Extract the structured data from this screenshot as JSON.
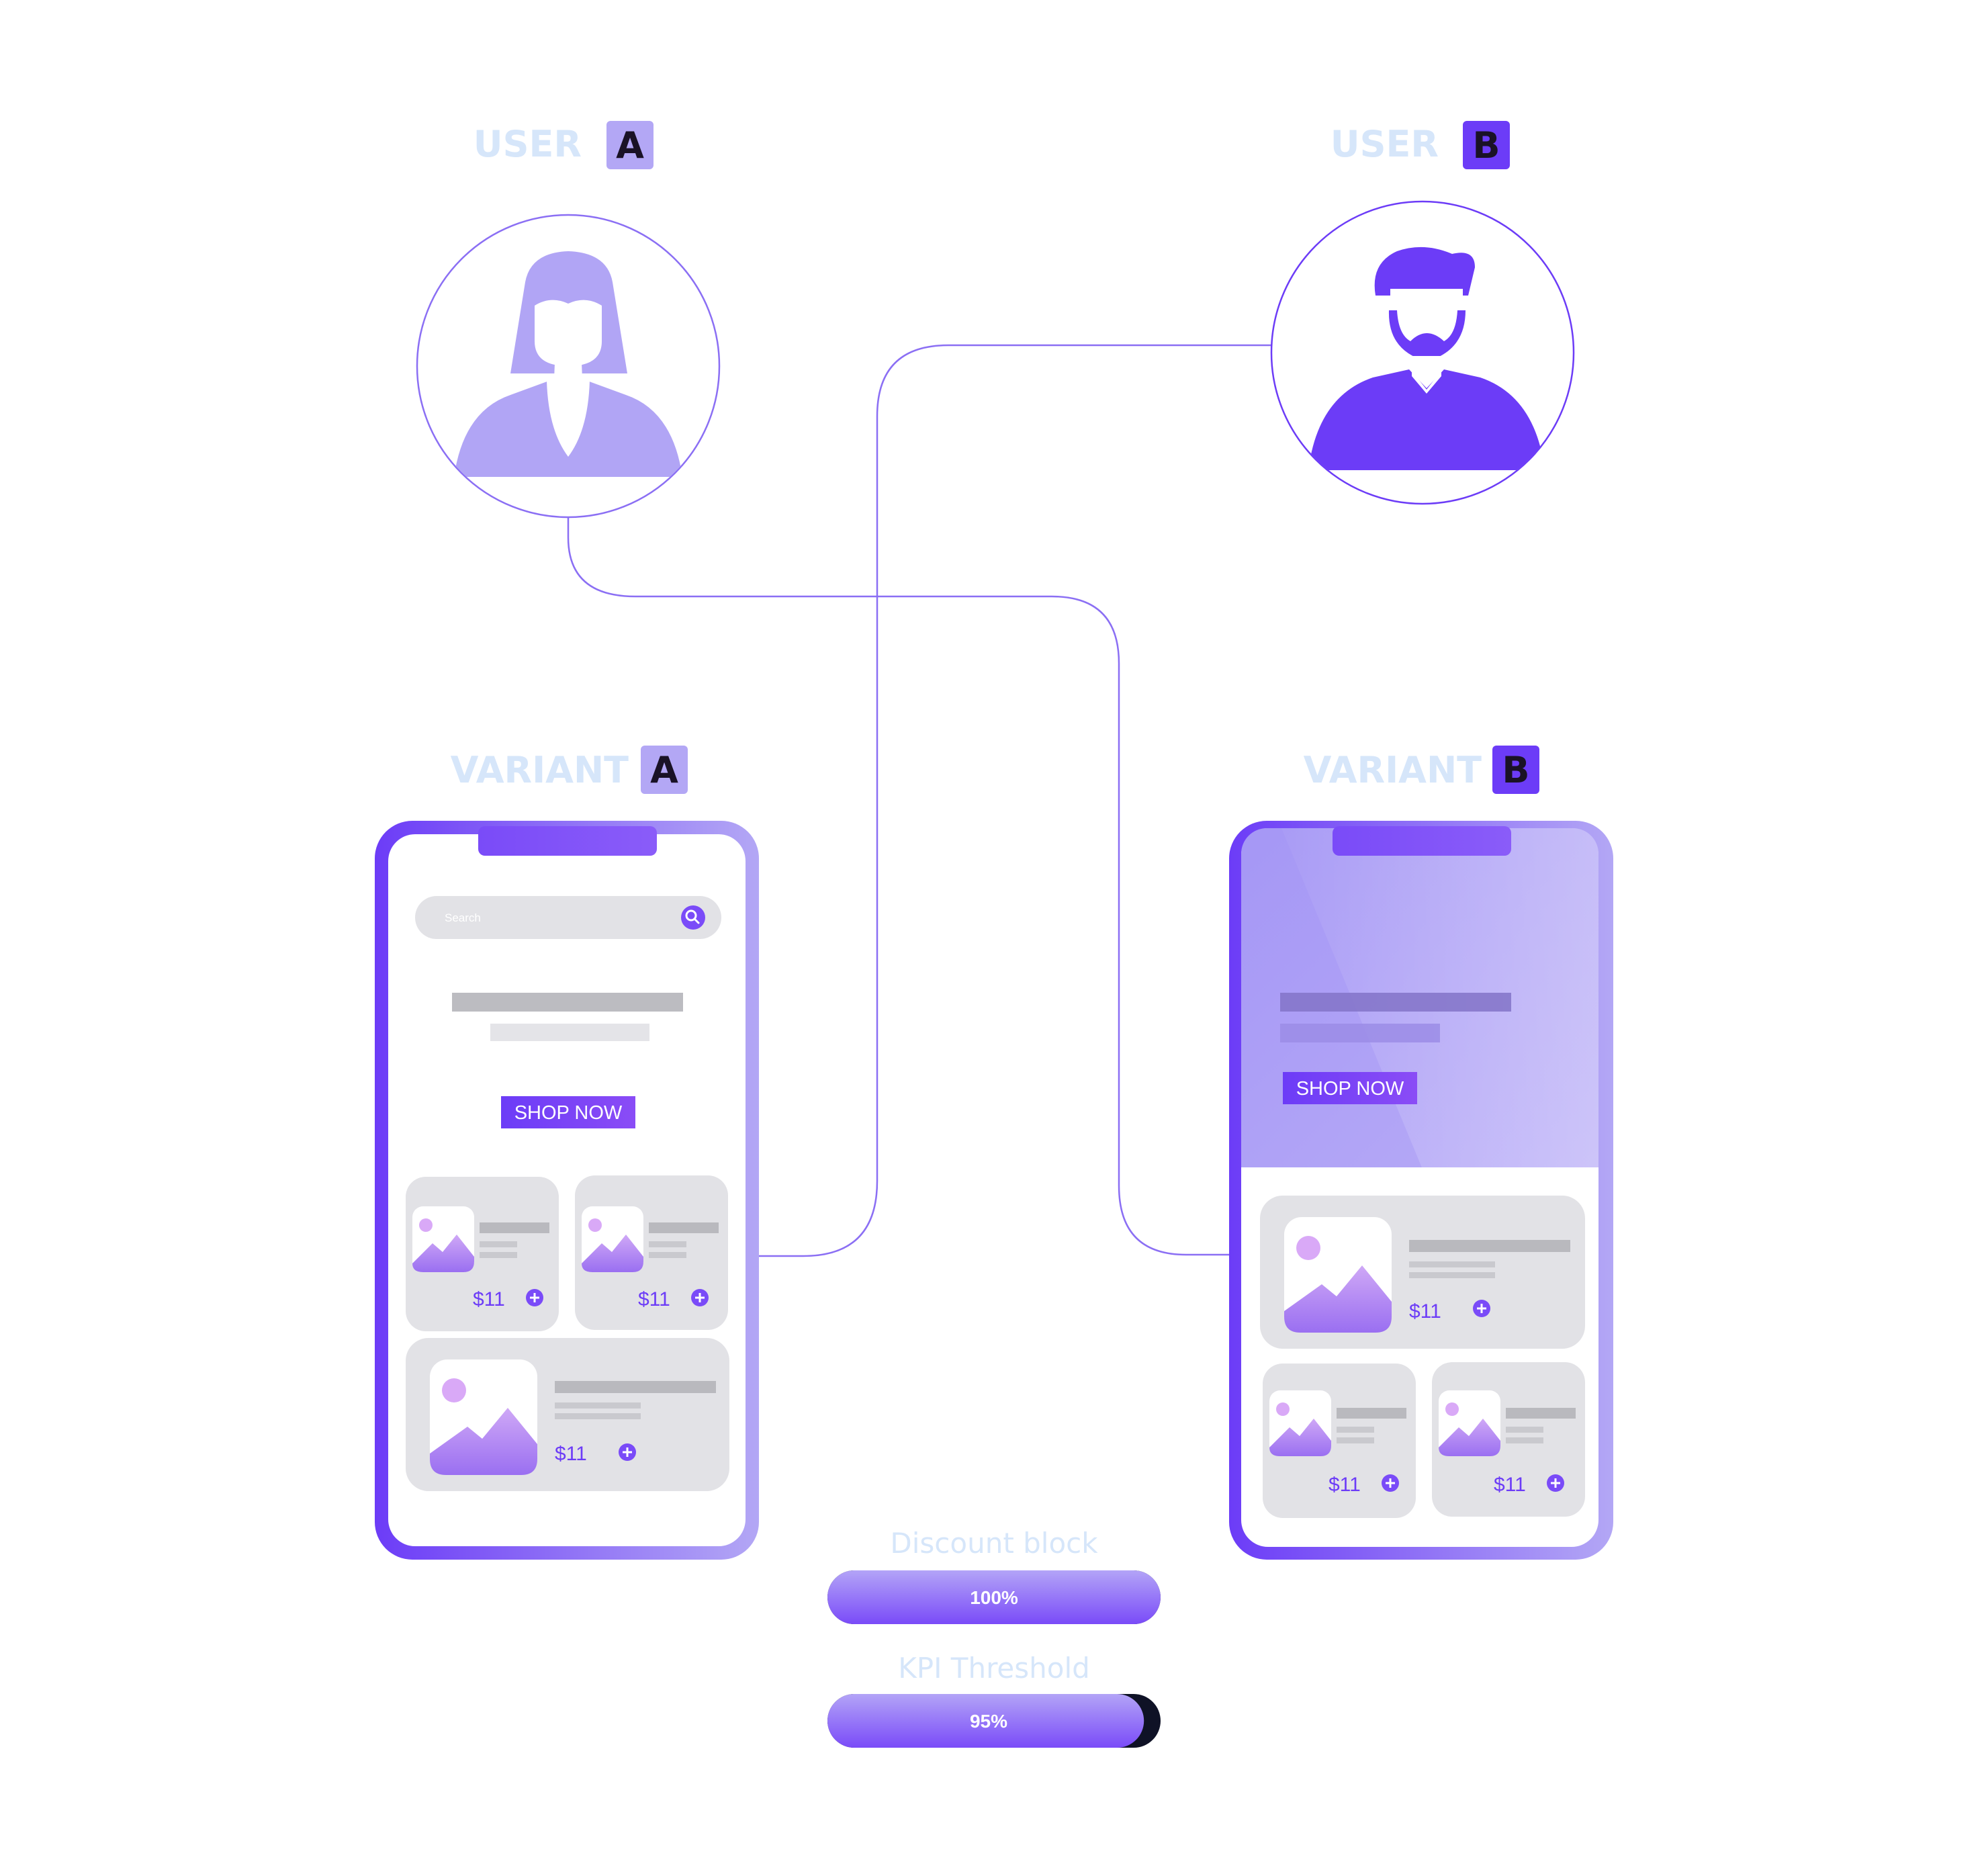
{
  "users": {
    "a": {
      "word": "USER",
      "letter": "A"
    },
    "b": {
      "word": "USER",
      "letter": "B"
    }
  },
  "variants": {
    "a": {
      "word": "VARIANT",
      "letter": "A",
      "search_placeholder": "Search",
      "cta": "SHOP NOW",
      "prices": [
        "$11",
        "$11",
        "$11"
      ]
    },
    "b": {
      "word": "VARIANT",
      "letter": "B",
      "cta": "SHOP NOW",
      "prices": [
        "$11",
        "$11",
        "$11"
      ]
    }
  },
  "metrics": [
    {
      "label": "Discount block",
      "value_text": "100%",
      "fraction": 1.0
    },
    {
      "label": "KPI Threshold",
      "value_text": "95%",
      "fraction": 0.95
    }
  ],
  "colors": {
    "label_text": "#d6e6fa",
    "badge_a": "#b3a7f5",
    "badge_b": "#6c3cf7",
    "badge_letter": "#1a1226",
    "primary": "#6c3cf7",
    "primary_light": "#b3a7f5",
    "connector": "#8b6ff4",
    "card": "#e2e2e6",
    "placeholder_bar": "#b9b9be",
    "track_dark": "#0f1226"
  }
}
